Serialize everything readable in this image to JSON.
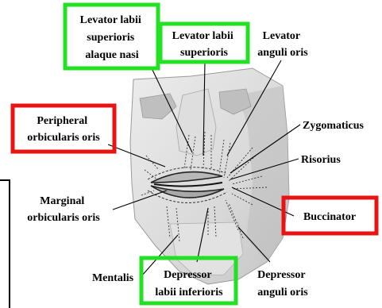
{
  "labels": {
    "levator_labii_superioris_alaque_nasi": [
      "Levator labii",
      "superioris",
      "alaque nasi"
    ],
    "levator_labii_superioris": [
      "Levator labii",
      "superioris"
    ],
    "levator_anguli_oris": [
      "Levator",
      "anguli oris"
    ],
    "peripheral_orbicularis_oris": [
      "Peripheral",
      "orbicularis oris"
    ],
    "zygomaticus": [
      "Zygomaticus"
    ],
    "risorius": [
      "Risorius"
    ],
    "marginal_orbicularis_oris": [
      "Marginal",
      "orbicularis oris"
    ],
    "buccinator": [
      "Buccinator"
    ],
    "mentalis": [
      "Mentalis"
    ],
    "depressor_labii_inferioris": [
      "Depressor",
      "labii inferioris"
    ],
    "depressor_anguli_oris": [
      "Depressor",
      "anguli oris"
    ]
  },
  "highlight_colors": {
    "green": "#22e022",
    "red": "#e81414"
  }
}
